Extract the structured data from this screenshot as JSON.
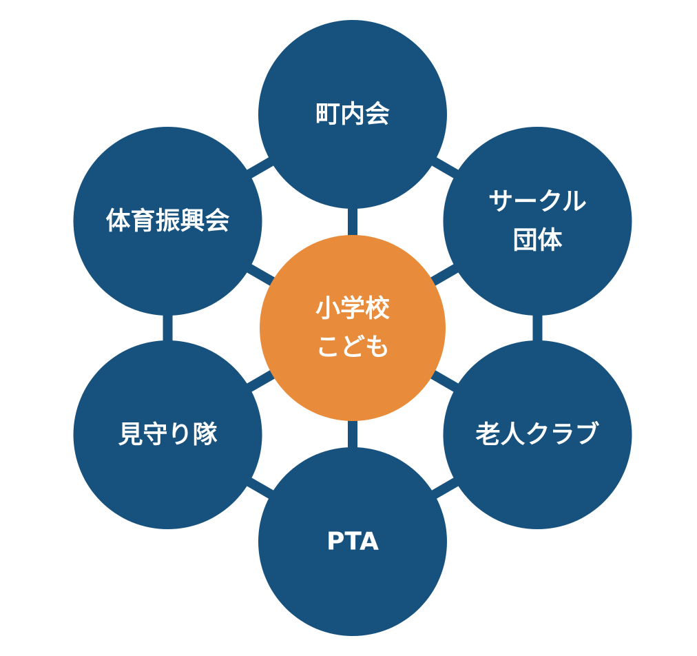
{
  "colors": {
    "outer_node": "#17527E",
    "center_node": "#E88B3A",
    "connector": "#17527E",
    "label_text": "#FFFFFF",
    "background": "#FFFFFF"
  },
  "center": {
    "lines": [
      "小学校",
      "こども"
    ]
  },
  "nodes": [
    {
      "id": "chonaikai",
      "lines": [
        "町内会"
      ]
    },
    {
      "id": "circle",
      "lines": [
        "サークル",
        "団体"
      ]
    },
    {
      "id": "roujin",
      "lines": [
        "老人クラブ"
      ]
    },
    {
      "id": "pta",
      "lines": [
        "PTA"
      ]
    },
    {
      "id": "mimamori",
      "lines": [
        "見守り隊"
      ]
    },
    {
      "id": "taiiku",
      "lines": [
        "体育振興会"
      ]
    }
  ]
}
